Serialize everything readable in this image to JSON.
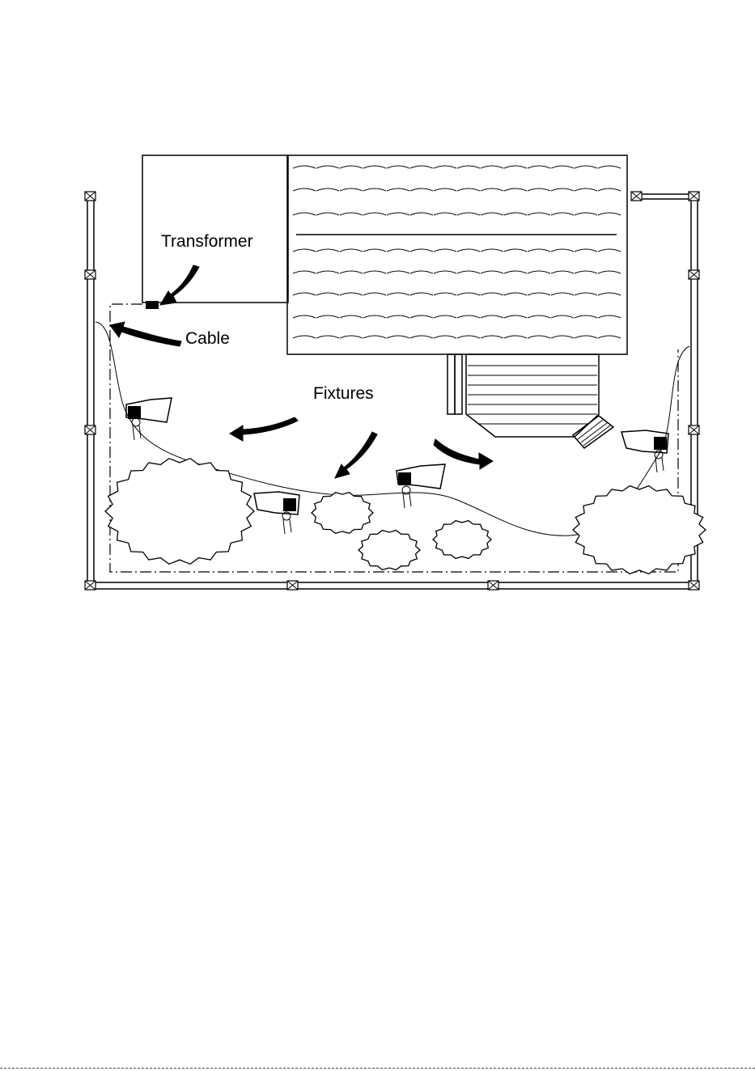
{
  "labels": {
    "transformer": "Transformer",
    "cable": "Cable",
    "fixtures": "Fixtures"
  },
  "colors": {
    "ink": "#000000",
    "paper": "#ffffff"
  }
}
